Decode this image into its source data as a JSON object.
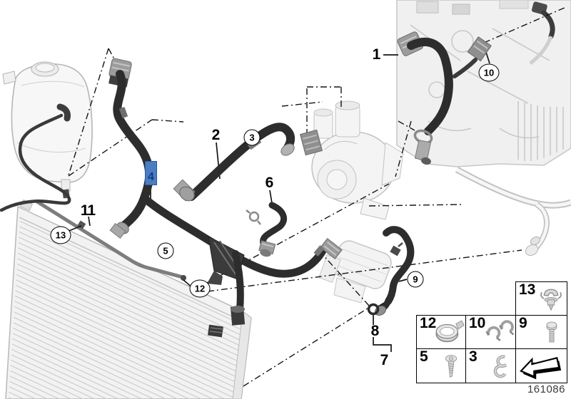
{
  "diagram": {
    "number": "161086",
    "highlight_color": "#4a7ec2"
  },
  "callouts": {
    "c1": {
      "label": "1",
      "style": "plain"
    },
    "c2": {
      "label": "2",
      "style": "plain"
    },
    "c3": {
      "label": "3",
      "style": "circled"
    },
    "c4": {
      "label": "4",
      "style": "highlighted"
    },
    "c5": {
      "label": "5",
      "style": "circled"
    },
    "c6": {
      "label": "6",
      "style": "plain"
    },
    "c7": {
      "label": "7",
      "style": "plain"
    },
    "c8": {
      "label": "8",
      "style": "plain"
    },
    "c9": {
      "label": "9",
      "style": "circled"
    },
    "c10": {
      "label": "10",
      "style": "circled"
    },
    "c11": {
      "label": "11",
      "style": "plain"
    },
    "c12": {
      "label": "12",
      "style": "circled"
    },
    "c13": {
      "label": "13",
      "style": "circled"
    }
  },
  "legend": {
    "c13": {
      "number": "13",
      "icon": "expanding-rivet-clip-icon"
    },
    "c12": {
      "number": "12",
      "icon": "hose-clamp-icon"
    },
    "c10": {
      "number": "10",
      "icon": "spring-band-clamps-icon"
    },
    "c9": {
      "number": "9",
      "icon": "pan-head-screw-icon"
    },
    "c5": {
      "number": "5",
      "icon": "self-tapping-screw-icon"
    },
    "c3": {
      "number": "3",
      "icon": "spring-clip-icon"
    },
    "arrow": {
      "icon": "direction-arrow-icon"
    }
  }
}
